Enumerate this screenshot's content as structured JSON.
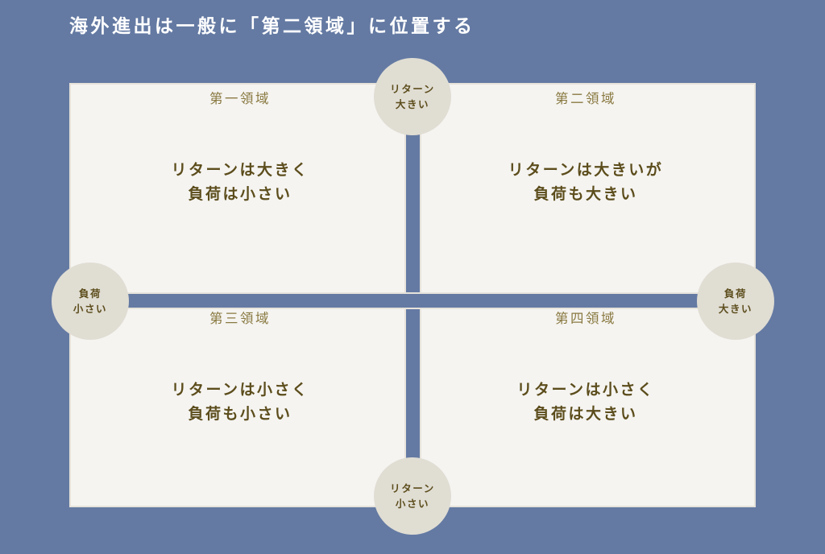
{
  "page": {
    "title": "海外進出は一般に「第二領域」に位置する",
    "background_color": "#647aa3",
    "panel_color": "#f5f4f1",
    "accent_color": "#647aa3",
    "circle_color": "#e0ddd3",
    "label_color": "#8a7a42",
    "body_text_color": "#5c4d1c"
  },
  "axes": {
    "vertical": {
      "high": {
        "line1": "リターン",
        "line2": "大きい"
      },
      "low": {
        "line1": "リターン",
        "line2": "小さい"
      }
    },
    "horizontal": {
      "low": {
        "line1": "負荷",
        "line2": "小さい"
      },
      "high": {
        "line1": "負荷",
        "line2": "大きい"
      }
    }
  },
  "quadrants": [
    {
      "id": "first",
      "label": "第一領域",
      "body_line1": "リターンは大きく",
      "body_line2": "負荷は小さい"
    },
    {
      "id": "second",
      "label": "第二領域",
      "body_line1": "リターンは大きいが",
      "body_line2": "負荷も大きい"
    },
    {
      "id": "third",
      "label": "第三領域",
      "body_line1": "リターンは小さく",
      "body_line2": "負荷も小さい"
    },
    {
      "id": "fourth",
      "label": "第四領域",
      "body_line1": "リターンは小さく",
      "body_line2": "負荷は大きい"
    }
  ]
}
